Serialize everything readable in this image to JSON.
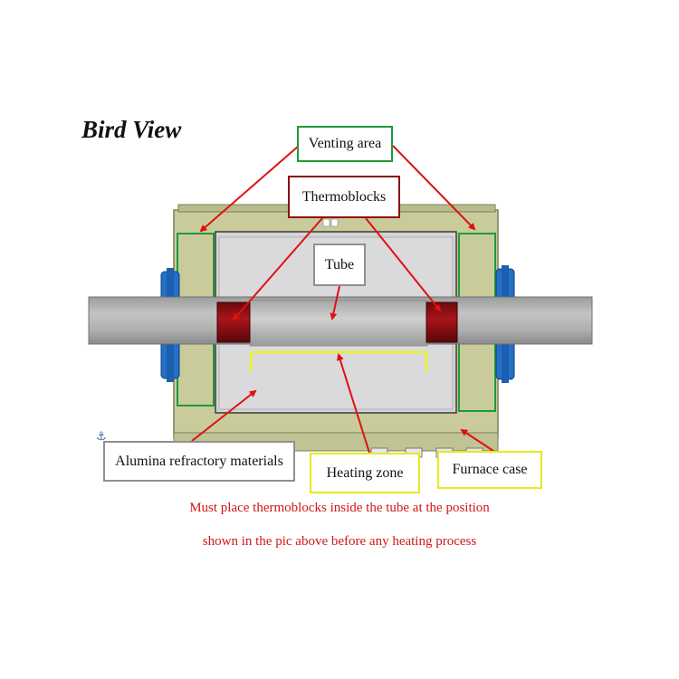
{
  "title": "Bird View",
  "labels": {
    "venting_area": "Venting area",
    "thermoblocks": "Thermoblocks",
    "tube": "Tube",
    "alumina": "Alumina refractory materials",
    "heating_zone": "Heating zone",
    "furnace_case": "Furnace case"
  },
  "note": {
    "line1": "Must place thermoblocks inside the tube at the position",
    "line2": "shown in the pic above before any heating process"
  },
  "colors": {
    "furnace_case": "#c9cc9a",
    "chamber": "#d4d4d6",
    "tube": "#a8a8a8",
    "thermoblock": "#8a0f14",
    "flange": "#2470c8",
    "venting_border": "#1e9a3c",
    "heating_zone": "#f0f020",
    "arrow": "#e01010",
    "note_text": "#d01818"
  },
  "icons": {
    "anchor": "anchor-icon"
  }
}
